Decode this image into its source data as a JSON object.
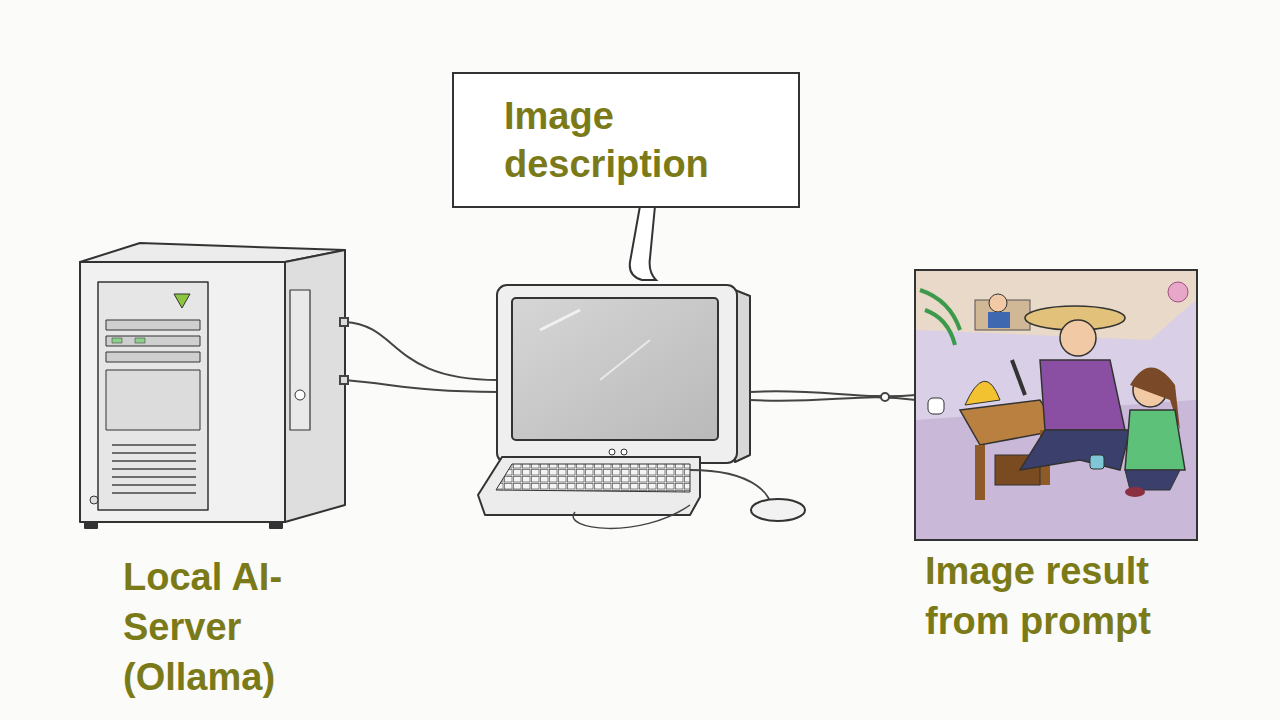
{
  "diagram": {
    "nodes": [
      {
        "text": [
          "Image description"
        ]
      }
    ],
    "labels": [
      "Local AI-Server (Ollama)",
      "Image result from prompt"
    ]
  }
}
